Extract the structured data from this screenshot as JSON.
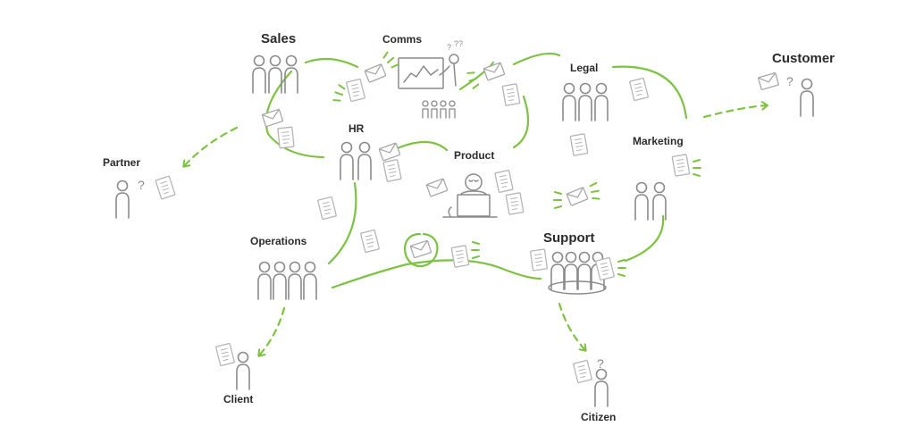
{
  "nodes": {
    "sales": "Sales",
    "comms": "Comms",
    "legal": "Legal",
    "customer": "Customer",
    "partner": "Partner",
    "hr": "HR",
    "product": "Product",
    "marketing": "Marketing",
    "operations": "Operations",
    "support": "Support",
    "client": "Client",
    "citizen": "Citizen"
  },
  "question_mark": "?",
  "colors": {
    "flow": "#7dc242",
    "person": "#8a8a8a",
    "doc": "#b9b9b9",
    "text": "#2b2b2b"
  },
  "icons": [
    "person-icon",
    "document-icon",
    "envelope-icon",
    "question-icon",
    "presentation-board-icon",
    "laptop-icon",
    "arrow-icon"
  ]
}
